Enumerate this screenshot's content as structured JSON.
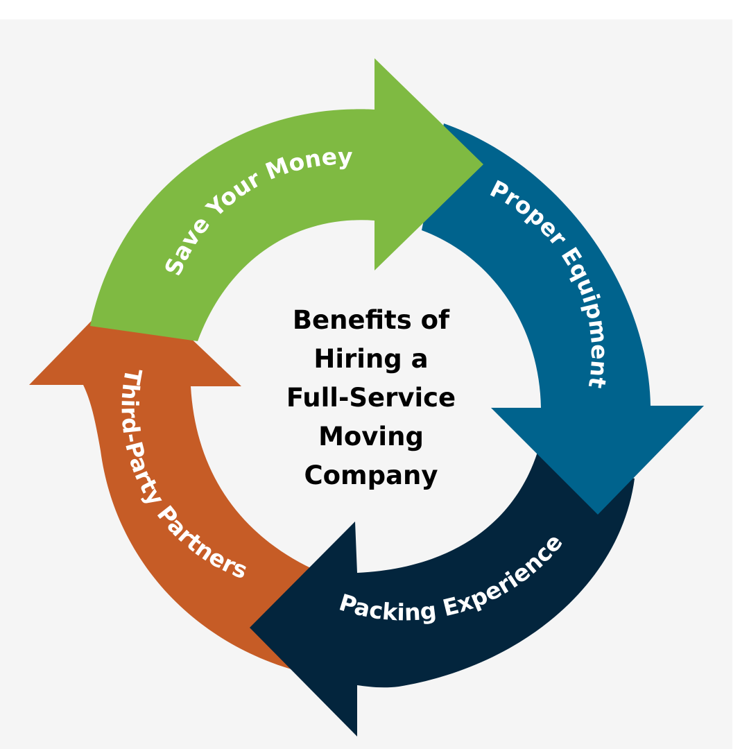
{
  "title_lines": [
    "Benefits of",
    "Hiring a",
    "Full-Service",
    "Moving",
    "Company"
  ],
  "cycle": [
    {
      "label": "Save Your Money",
      "color": "#7fba42"
    },
    {
      "label": "Proper Equipment",
      "color": "#00638d"
    },
    {
      "label": "Packing Experience",
      "color": "#03253d"
    },
    {
      "label": "Third-Party Partners",
      "color": "#c65c26"
    }
  ],
  "colors": {
    "background": "#f5f5f5",
    "label_text": "#ffffff",
    "title_text": "#000000"
  }
}
